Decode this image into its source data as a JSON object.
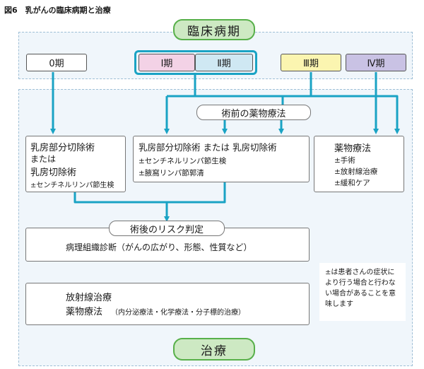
{
  "figure_title": "図6　乳がんの臨床病期と治療",
  "top_label": "臨床病期",
  "stages": {
    "s0": "0期",
    "s1": "Ⅰ期",
    "s2": "Ⅱ期",
    "s3": "Ⅲ期",
    "s4": "Ⅳ期"
  },
  "preop_label": "術前の薬物療法",
  "left_box": {
    "l1": "乳房部分切除術",
    "l2": "または",
    "l3": "乳房切除術",
    "l4": "±センチネルリンパ節生検"
  },
  "middle_box": {
    "l1": "乳房部分切除術 または 乳房切除術",
    "l2": "±センチネルリンパ節生検",
    "l3": "±腋窩リンパ節郭清"
  },
  "right_box": {
    "l1": "薬物療法",
    "l2": "±手術",
    "l3": "±放射線治療",
    "l4": "±緩和ケア"
  },
  "postop_label": "術後のリスク判定",
  "pathology_text": "病理組織診断（がんの広がり、形態、性質など）",
  "adjuvant": {
    "l1": "放射線治療",
    "l2": "薬物療法",
    "l3": "（内分泌療法・化学療法・分子標的治療）"
  },
  "note_lines": [
    "±は患者さんの症状に",
    "より行う場合と行わな",
    "い場合があることを意",
    "味します"
  ],
  "bottom_label": "治療",
  "colors": {
    "arrow": "#1aa3c4",
    "green_fill": "#cde9c3",
    "green_border": "#58b04a",
    "stage1_fill": "#f3d2e6",
    "stage2_fill": "#cfe8f3",
    "stage3_fill": "#fbf5b0",
    "stage4_fill": "#c9c2e4",
    "band_fill": "#f0f6fb"
  }
}
